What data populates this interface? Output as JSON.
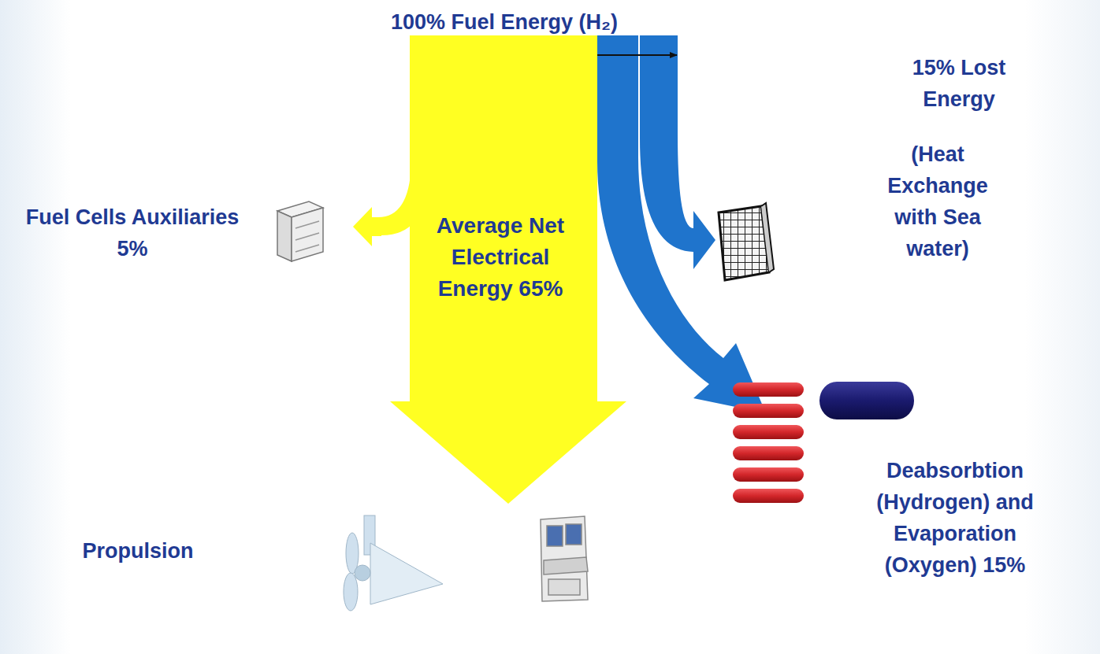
{
  "diagram": {
    "nodes": [
      {
        "text": [
          "Average Net Electrical Energy 65%"
        ]
      }
    ],
    "labels": [
      "100% Fuel Energy (H₂)",
      "15% Lost Energy",
      "(Heat Exchange with Sea water)",
      "Fuel Cells Auxiliaries 5%",
      "Propulsion",
      "Deabsorbtion (Hydrogen) and Evaporation (Oxygen) 15%"
    ]
  }
}
